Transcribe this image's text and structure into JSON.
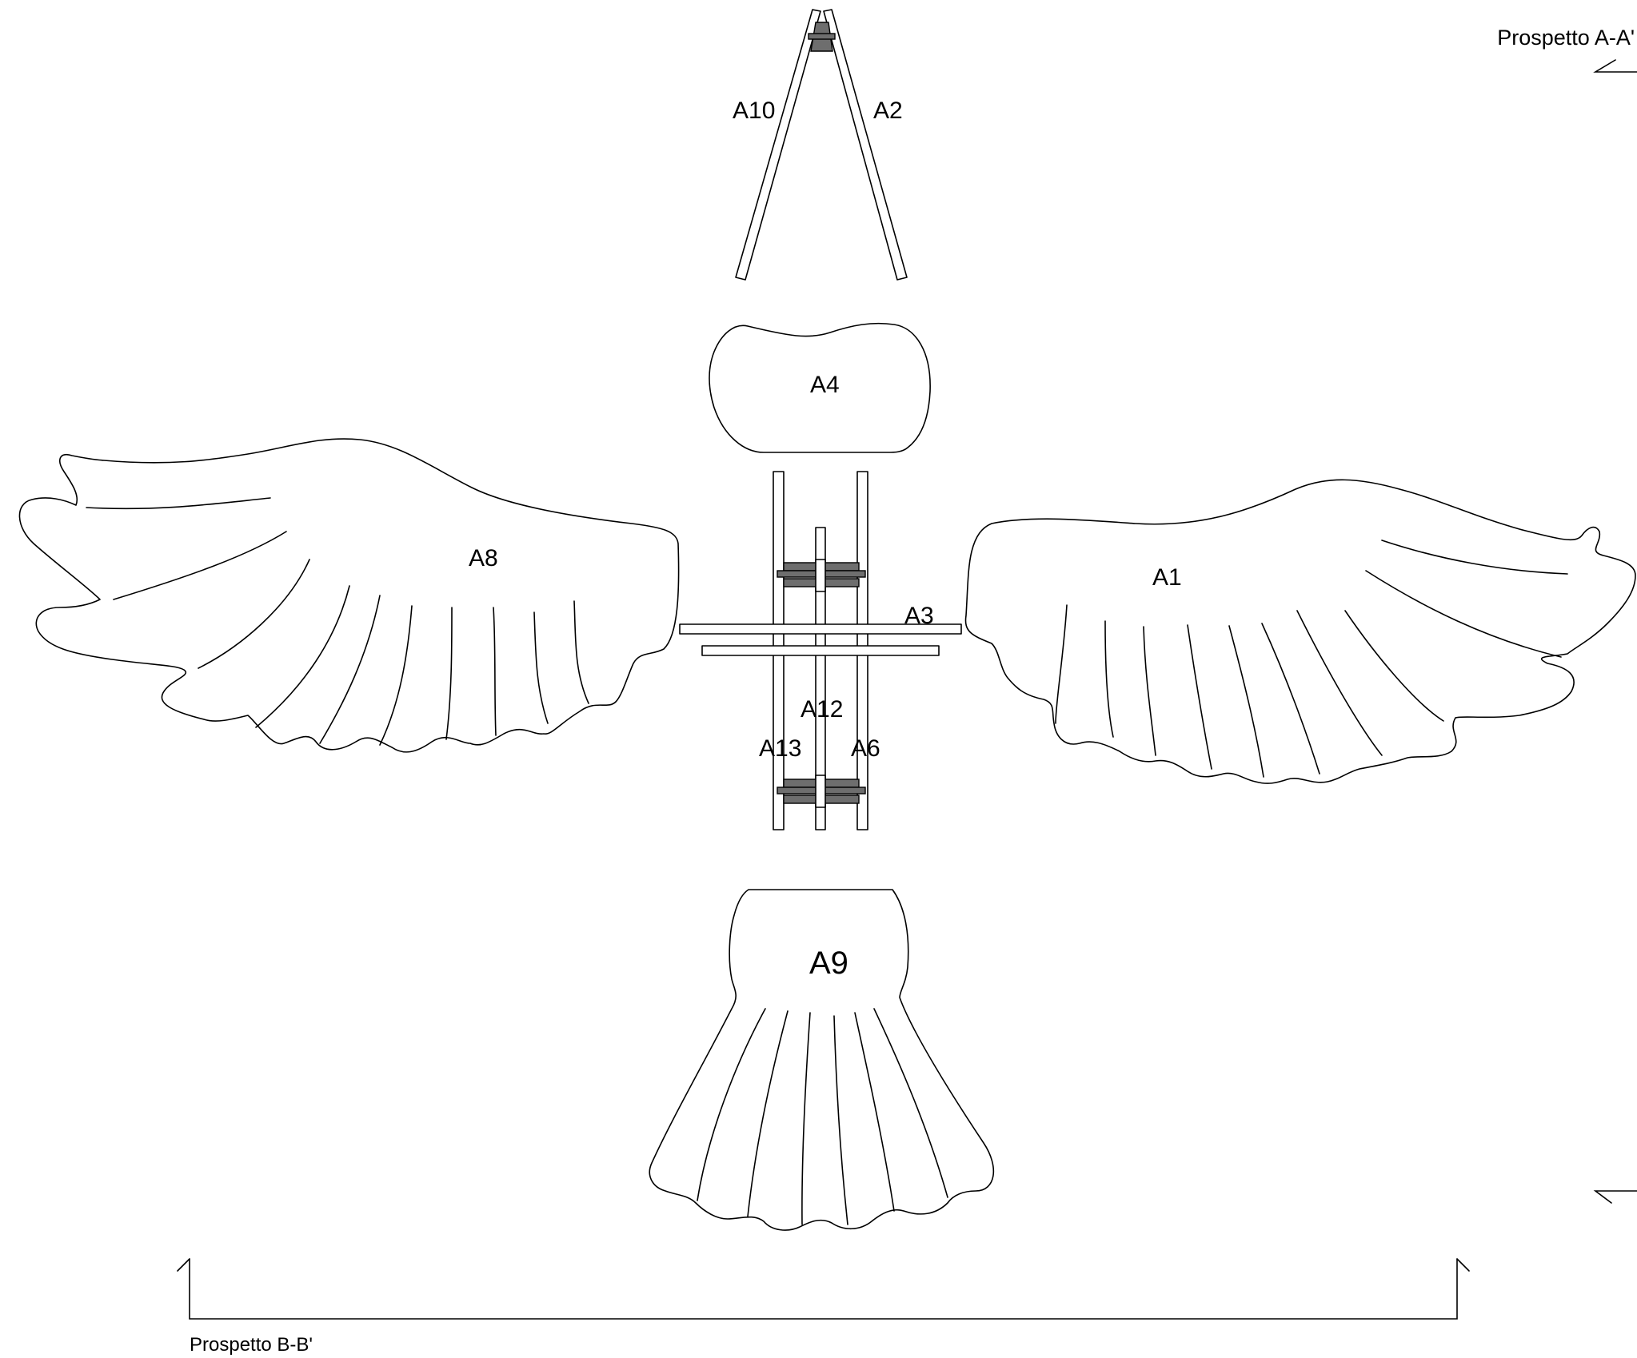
{
  "labels": {
    "a10": "A10",
    "a2": "A2",
    "a4": "A4",
    "a8": "A8",
    "a1": "A1",
    "a3": "A3",
    "a12": "A12",
    "a13": "A13",
    "a6": "A6",
    "a9": "A9"
  },
  "section_marks": {
    "a_a": "Prospetto A-A'",
    "b_b": "Prospetto B-B'"
  },
  "colors": {
    "stroke": "#000000",
    "clamp_fill": "#6e6e6e",
    "background": "#ffffff"
  }
}
